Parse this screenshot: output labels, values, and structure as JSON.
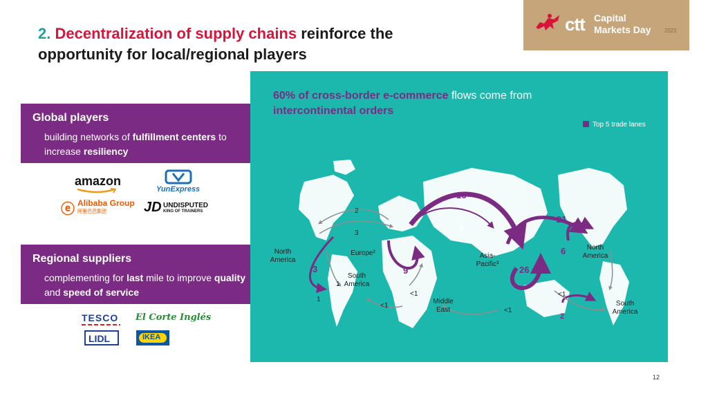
{
  "slide": {
    "title_num": "2.",
    "title_highlight": "Decentralization of supply chains",
    "title_rest": "reinforce the opportunity for local/regional players",
    "page_number": "12"
  },
  "logo": {
    "brand": "ctt",
    "event_line1": "Capital",
    "event_line2": "Markets Day",
    "year": "2022"
  },
  "global_panel": {
    "heading": "Global players",
    "text_1": "building networks of ",
    "bold_1": "fulfillment centers",
    "text_2": " to increase ",
    "bold_2": "resiliency"
  },
  "regional_panel": {
    "heading": "Regional suppliers",
    "text_1": "complementing for ",
    "bold_1": "last",
    "text_2": " mile to improve ",
    "bold_2": "quality",
    "text_3": " and ",
    "bold_3": "speed of service"
  },
  "global_brands": [
    "amazon",
    "YunExpress",
    "Alibaba Group",
    "阿里巴巴集团",
    "JD",
    "UNDISPUTED",
    "KING OF TRAINERS"
  ],
  "regional_brands": [
    "TESCO",
    "El Corte Inglés",
    "LIDL",
    "IKEA"
  ],
  "map": {
    "headline_bold": "60% of cross-border e-commerce",
    "headline_rest": " flows come from",
    "headline_line2": "intercontinental orders",
    "legend": "Top 5 trade lanes",
    "regions": {
      "north_america_left": "North America",
      "europe": "Europe²",
      "south_america_left": "South America",
      "asia_pacific": "Asia-Pacific³",
      "middle_east": "Middle East",
      "north_america_right": "North America",
      "south_america_right": "South America"
    },
    "flows": {
      "eu_asia": "16",
      "eu_na_top": "2",
      "eu_na_bottom": "3",
      "intra_asia_arc": "5",
      "intra_na": "3",
      "intra_eu": "9",
      "na_sa": "1",
      "na_sa_small": "1",
      "me_eu": "<1",
      "me_sa": "<1",
      "asia_na": "21",
      "intra_na_right": "6",
      "intra_asia": "26",
      "asia_me": "<1",
      "asia_sa": "<1",
      "sa_na": "2"
    }
  }
}
